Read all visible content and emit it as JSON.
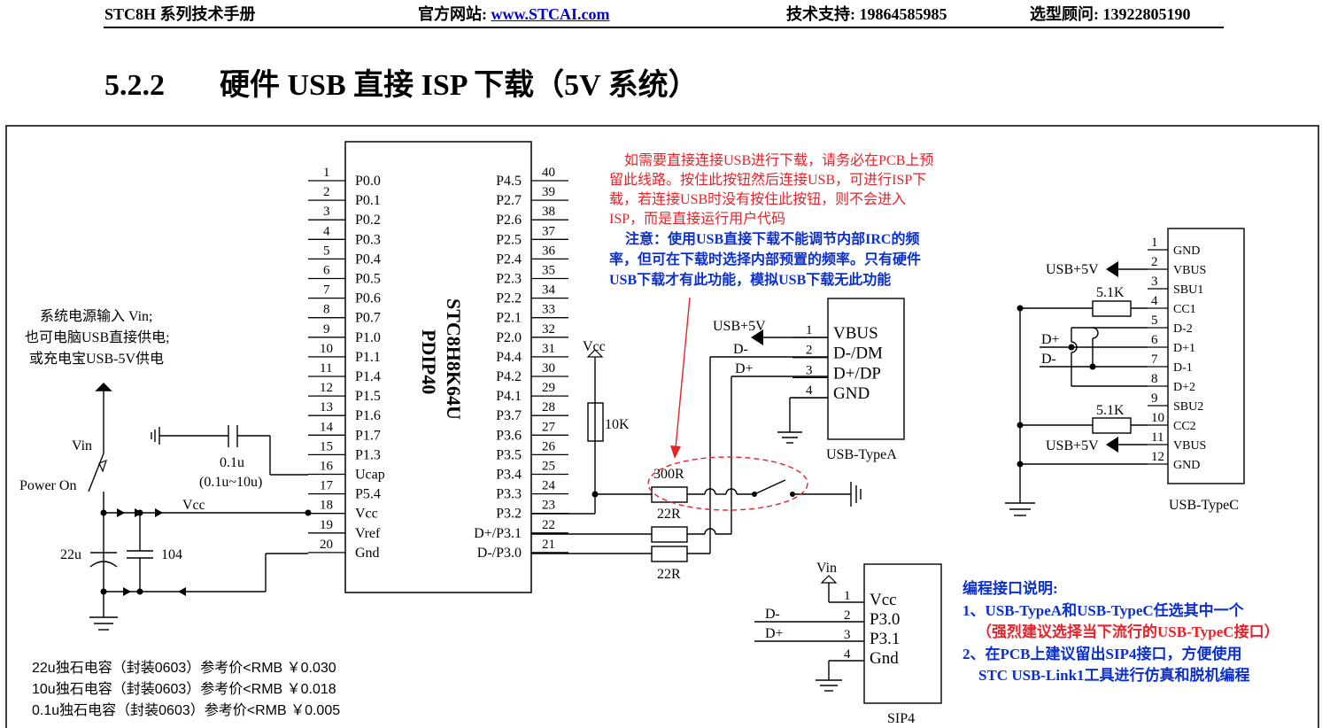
{
  "header": {
    "manual": "STC8H 系列技术手册",
    "website_label": "官方网站:",
    "website_link": "www.STCAI.com",
    "support": "技术支持: 19864585985",
    "advisor": "选型顾问: 13922805190"
  },
  "section": {
    "number": "5.2.2",
    "title": "硬件 USB 直接 ISP 下载（5V 系统）"
  },
  "mcu": {
    "name": "STC8H8K64U",
    "package": "PDIP40",
    "left_pins": [
      {
        "num": "1",
        "name": "P0.0"
      },
      {
        "num": "2",
        "name": "P0.1"
      },
      {
        "num": "3",
        "name": "P0.2"
      },
      {
        "num": "4",
        "name": "P0.3"
      },
      {
        "num": "5",
        "name": "P0.4"
      },
      {
        "num": "6",
        "name": "P0.5"
      },
      {
        "num": "7",
        "name": "P0.6"
      },
      {
        "num": "8",
        "name": "P0.7"
      },
      {
        "num": "9",
        "name": "P1.0"
      },
      {
        "num": "10",
        "name": "P1.1"
      },
      {
        "num": "11",
        "name": "P1.4"
      },
      {
        "num": "12",
        "name": "P1.5"
      },
      {
        "num": "13",
        "name": "P1.6"
      },
      {
        "num": "14",
        "name": "P1.7"
      },
      {
        "num": "15",
        "name": "P1.3"
      },
      {
        "num": "16",
        "name": "Ucap"
      },
      {
        "num": "17",
        "name": "P5.4"
      },
      {
        "num": "18",
        "name": "Vcc"
      },
      {
        "num": "19",
        "name": "Vref"
      },
      {
        "num": "20",
        "name": "Gnd"
      }
    ],
    "right_pins": [
      {
        "num": "40",
        "name": "P4.5"
      },
      {
        "num": "39",
        "name": "P2.7"
      },
      {
        "num": "38",
        "name": "P2.6"
      },
      {
        "num": "37",
        "name": "P2.5"
      },
      {
        "num": "36",
        "name": "P2.4"
      },
      {
        "num": "35",
        "name": "P2.3"
      },
      {
        "num": "34",
        "name": "P2.2"
      },
      {
        "num": "33",
        "name": "P2.1"
      },
      {
        "num": "32",
        "name": "P2.0"
      },
      {
        "num": "31",
        "name": "P4.4"
      },
      {
        "num": "30",
        "name": "P4.2"
      },
      {
        "num": "29",
        "name": "P4.1"
      },
      {
        "num": "28",
        "name": "P3.7"
      },
      {
        "num": "27",
        "name": "P3.6"
      },
      {
        "num": "26",
        "name": "P3.5"
      },
      {
        "num": "25",
        "name": "P3.4"
      },
      {
        "num": "24",
        "name": "P3.3"
      },
      {
        "num": "23",
        "name": "P3.2"
      },
      {
        "num": "22",
        "name": "D+/P3.1"
      },
      {
        "num": "21",
        "name": "D-/P3.0"
      }
    ]
  },
  "power": {
    "note_lines": [
      "系统电源输入 Vin;",
      "也可电脑USB直接供电;",
      "或充电宝USB-5V供电"
    ],
    "vin": "Vin",
    "power_on": "Power On",
    "vcc": "Vcc",
    "cap_22u": "22u",
    "cap_104": "104",
    "ucap_cap": "0.1u",
    "ucap_range": "(0.1u~10u)"
  },
  "cap_prices": [
    "22u独石电容（封装0603）参考价<RMB ￥0.030",
    "10u独石电容（封装0603）参考价<RMB ￥0.018",
    "0.1u独石电容（封装0603）参考价<RMB ￥0.005"
  ],
  "notes": {
    "red": [
      "如需要直接连接USB进行下载，请务必在PCB上预",
      "留此线路。按住此按钮然后连接USB，可进行ISP下",
      "载，若连接USB时没有按住此按钮，则不会进入",
      "ISP，而是直接运行用户代码"
    ],
    "blue": [
      "注意：使用USB直接下载不能调节内部IRC的频",
      "率，但可在下载时选择内部预置的频率。只有硬件",
      "USB下载才有此功能，模拟USB下载无此功能"
    ]
  },
  "mid": {
    "vcc": "Vcc",
    "r10k": "10K",
    "r300": "300R",
    "r22a": "22R",
    "r22b": "22R"
  },
  "usb_a": {
    "title": "USB-TypeA",
    "usb5v": "USB+5V",
    "dminus": "D-",
    "dplus": "D+",
    "pins": [
      {
        "num": "1",
        "name": "VBUS"
      },
      {
        "num": "2",
        "name": "D-/DM"
      },
      {
        "num": "3",
        "name": "D+/DP"
      },
      {
        "num": "4",
        "name": "GND"
      }
    ]
  },
  "usb_c": {
    "title": "USB-TypeC",
    "usb5v_a": "USB+5V",
    "usb5v_b": "USB+5V",
    "r51k_a": "5.1K",
    "r51k_b": "5.1K",
    "dplus": "D+",
    "dminus": "D-",
    "pins": [
      {
        "num": "1",
        "name": "GND"
      },
      {
        "num": "2",
        "name": "VBUS"
      },
      {
        "num": "3",
        "name": "SBU1"
      },
      {
        "num": "4",
        "name": "CC1"
      },
      {
        "num": "5",
        "name": "D-2"
      },
      {
        "num": "6",
        "name": "D+1"
      },
      {
        "num": "7",
        "name": "D-1"
      },
      {
        "num": "8",
        "name": "D+2"
      },
      {
        "num": "9",
        "name": "SBU2"
      },
      {
        "num": "10",
        "name": "CC2"
      },
      {
        "num": "11",
        "name": "VBUS"
      },
      {
        "num": "12",
        "name": "GND"
      }
    ]
  },
  "sip4": {
    "title": "SIP4",
    "vin": "Vin",
    "dminus": "D-",
    "dplus": "D+",
    "pins": [
      {
        "num": "1",
        "name": "Vcc"
      },
      {
        "num": "2",
        "name": "P3.0"
      },
      {
        "num": "3",
        "name": "P3.1"
      },
      {
        "num": "4",
        "name": "Gnd"
      }
    ]
  },
  "prog_notes": {
    "title": "编程接口说明:",
    "line1": "1、USB-TypeA和USB-TypeC任选其中一个",
    "line1b": "（强烈建议选择当下流行的USB-TypeC接口）",
    "line2": "2、在PCB上建议留出SIP4接口，方便使用",
    "line2b": "STC USB-Link1工具进行仿真和脱机编程"
  },
  "colors": {
    "note_red": "#e8222a",
    "note_blue": "#0b2fd0",
    "link_blue": "#0000cc"
  }
}
